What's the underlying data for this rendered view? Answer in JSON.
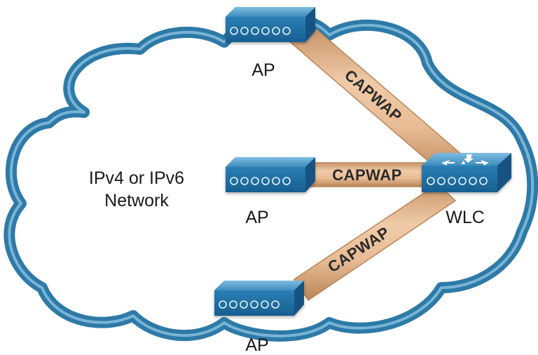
{
  "network": {
    "label_line1": "IPv4 or IPv6",
    "label_line2": "Network"
  },
  "aps": [
    {
      "label": "AP"
    },
    {
      "label": "AP"
    },
    {
      "label": "AP"
    }
  ],
  "wlc": {
    "label": "WLC"
  },
  "tunnels": [
    {
      "label": "CAPWAP"
    },
    {
      "label": "CAPWAP"
    },
    {
      "label": "CAPWAP"
    }
  ],
  "colors": {
    "cloud_outer": "#2d7aa8",
    "cloud_mid": "#5a9fc6",
    "tunnel_fill": "#e4b893",
    "tunnel_edge": "#b98558",
    "device_top": "#5ea6cf",
    "device_front": "#1f6ea3",
    "device_side": "#164f7a"
  }
}
